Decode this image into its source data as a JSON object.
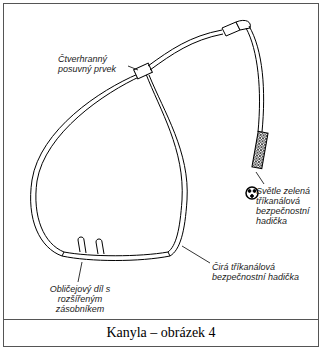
{
  "diagram": {
    "caption": "Kanyla – obrázek 4",
    "labels": [
      "Čtverhranný posuvný prvek",
      "Světle zelená tříkanálová bezpečnostní hadička",
      "Čirá tříkanálová bezpečnostní hadička",
      "Obličejový díl s rozšířeným zásobníkem"
    ]
  }
}
